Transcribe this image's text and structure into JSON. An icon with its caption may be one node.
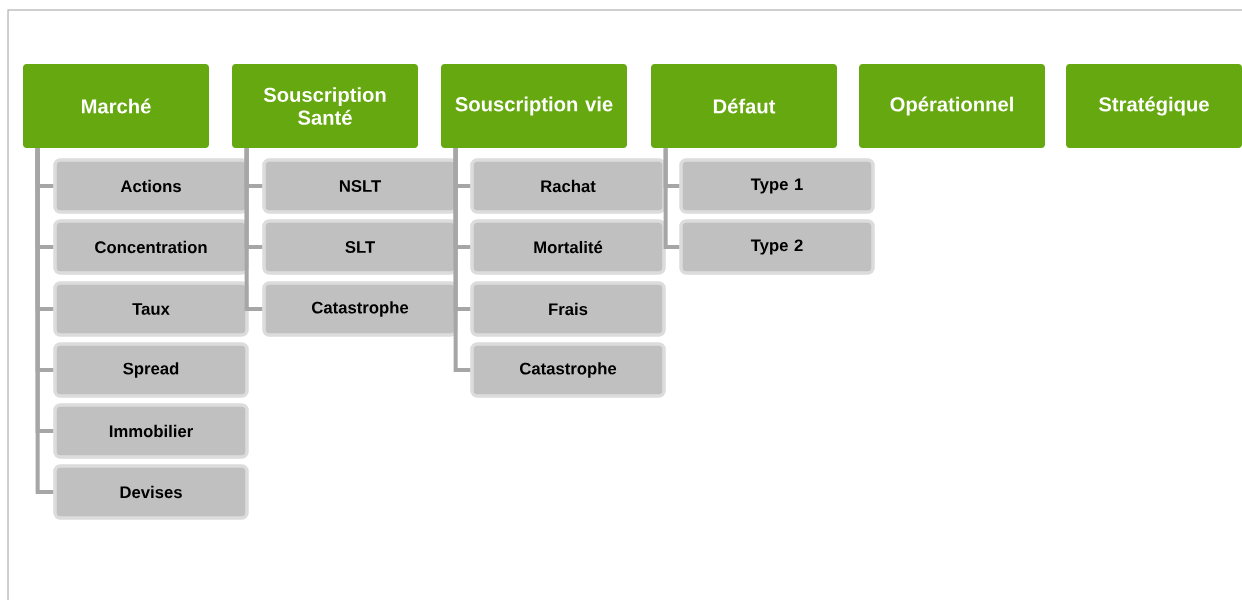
{
  "diagram": {
    "nodes": [
      {
        "text": [
          "Marché"
        ]
      },
      {
        "text": [
          "Actions"
        ]
      },
      {
        "text": [
          "Concentration"
        ]
      },
      {
        "text": [
          "Taux"
        ]
      },
      {
        "text": [
          "Spread"
        ]
      },
      {
        "text": [
          "Immobilier"
        ]
      },
      {
        "text": [
          "Devises"
        ]
      },
      {
        "text": [
          "Souscription Santé"
        ]
      },
      {
        "text": [
          "NSLT"
        ]
      },
      {
        "text": [
          "SLT"
        ]
      },
      {
        "text": [
          "Catastrophe"
        ]
      },
      {
        "text": [
          "Souscription vie"
        ]
      },
      {
        "text": [
          "Rachat"
        ]
      },
      {
        "text": [
          "Mortalité"
        ]
      },
      {
        "text": [
          "Frais"
        ]
      },
      {
        "text": [
          "Catastrophe"
        ]
      },
      {
        "text": [
          "Défaut"
        ]
      },
      {
        "text": [
          "Type 1"
        ]
      },
      {
        "text": [
          "Type 2"
        ]
      },
      {
        "text": [
          "Opérationnel"
        ]
      },
      {
        "text": [
          "Stratégique"
        ]
      }
    ],
    "edges": [
      {
        "from": 0,
        "to": 1,
        "arrow": "none"
      },
      {
        "from": 0,
        "to": 2,
        "arrow": "none"
      },
      {
        "from": 0,
        "to": 3,
        "arrow": "none"
      },
      {
        "from": 0,
        "to": 4,
        "arrow": "none"
      },
      {
        "from": 0,
        "to": 5,
        "arrow": "none"
      },
      {
        "from": 0,
        "to": 6,
        "arrow": "none"
      },
      {
        "from": 7,
        "to": 8,
        "arrow": "none"
      },
      {
        "from": 7,
        "to": 9,
        "arrow": "none"
      },
      {
        "from": 7,
        "to": 10,
        "arrow": "none"
      },
      {
        "from": 11,
        "to": 12,
        "arrow": "none"
      },
      {
        "from": 11,
        "to": 13,
        "arrow": "none"
      },
      {
        "from": 11,
        "to": 14,
        "arrow": "none"
      },
      {
        "from": 11,
        "to": 15,
        "arrow": "none"
      },
      {
        "from": 16,
        "to": 17,
        "arrow": "none"
      },
      {
        "from": 16,
        "to": 18,
        "arrow": "none"
      }
    ]
  }
}
